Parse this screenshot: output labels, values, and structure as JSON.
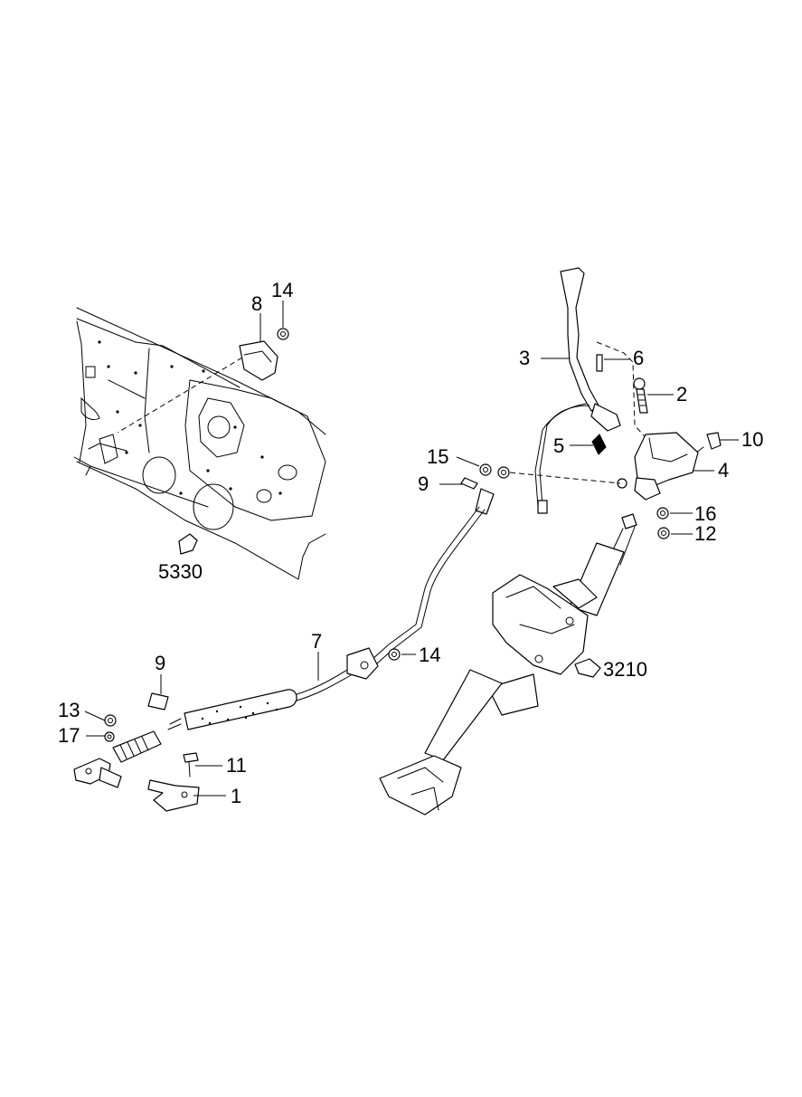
{
  "callouts": {
    "c8": "8",
    "c14a": "14",
    "c3": "3",
    "c6": "6",
    "c2": "2",
    "c10": "10",
    "c5": "5",
    "c15": "15",
    "c9a": "9",
    "c4": "4",
    "c16": "16",
    "c12": "12",
    "c5330": "5330",
    "c7": "7",
    "c14b": "14",
    "c3210": "3210",
    "c9b": "9",
    "c13": "13",
    "c17": "17",
    "c11": "11",
    "c1": "1"
  }
}
